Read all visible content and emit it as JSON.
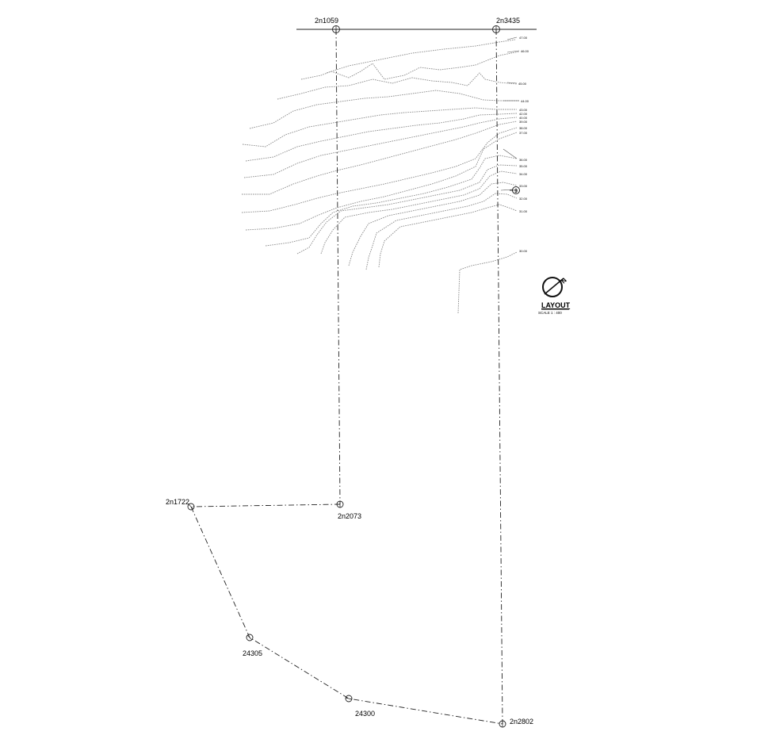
{
  "points": {
    "p_2n1059": "2n1059",
    "p_2n3435": "2n3435",
    "p_2n1722": "2n1722",
    "p_2n2073": "2n2073",
    "p_24305": "24305",
    "p_24300": "24300",
    "p_2n2802": "2n2802"
  },
  "contours": {
    "c47": "47.00",
    "c46": "46.00",
    "c45": "45.00",
    "c44": "44.00",
    "c43": "43.00",
    "c42": "42.00",
    "c40": "40.00",
    "c39": "39.00",
    "c38": "38.00",
    "c37": "37.00",
    "c36": "36.00",
    "c35": "35.00",
    "c34": "34.00",
    "c33": "33.00",
    "c32": "32.00",
    "c31": "31.00",
    "c30": "30.00"
  },
  "marker": "9",
  "layout": {
    "title": "LAYOUT",
    "scale": "SCALE 1 : 400",
    "north": "N"
  },
  "colors": {
    "line": "#222222",
    "contour": "#8a8a8a",
    "background": "#ffffff"
  }
}
